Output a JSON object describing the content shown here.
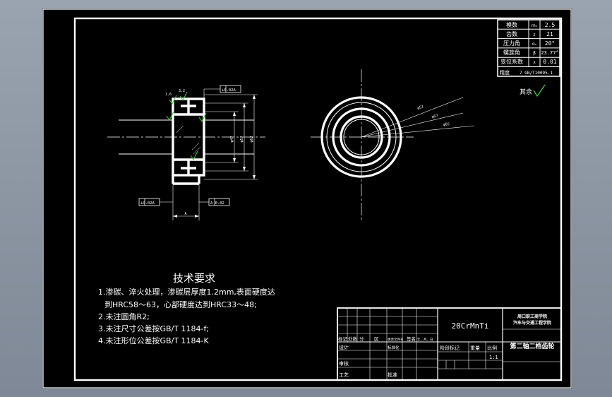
{
  "params": [
    {
      "name": "模数",
      "symbol": "mₙ",
      "value": "2.5"
    },
    {
      "name": "齿数",
      "symbol": "z",
      "value": "21"
    },
    {
      "name": "压力角",
      "symbol": "αₙ",
      "value": "20°"
    },
    {
      "name": "螺旋角",
      "symbol": "β",
      "value": "23.77°"
    },
    {
      "name": "变位系数",
      "symbol": "x",
      "value": "0.01"
    },
    {
      "name": "精度",
      "symbol": "",
      "value": "7 GB/T10095.1"
    }
  ],
  "rest_label": "其余",
  "tech": {
    "title": "技术要求",
    "items": [
      "1.渗碳、淬火处理，渗碳层厚度1.2mm,表面硬度达",
      "到HRC58～63，心部硬度达到HRC33～48;",
      "2.未注圆角R2;",
      "3.未注尺寸公差按GB/T 1184-f;",
      "4.未注形位公差按GB/T 1184-K"
    ]
  },
  "title_block": {
    "material": "20CrMnTi",
    "school_1": "周口职工商学院",
    "school_2": "汽车与交通工程学院",
    "drawing_name": "第二轴二档齿轮",
    "scale": "1:1",
    "header_row": [
      "标记",
      "处数",
      "分",
      "区",
      "更改文件号",
      "签名",
      "年、月、日"
    ],
    "design": "设计",
    "standard": "标准化",
    "review": "审核",
    "process": "工艺",
    "approve": "批准",
    "stage": "阶段标记",
    "weight": "重量",
    "ratio": "比例"
  },
  "dimensions": {
    "fcf_top": "⊥0.02A",
    "fcf_left": "⊥0.02A",
    "fcf_right": "A 0.02",
    "datum": "A",
    "surface_1": "1.6",
    "surface_2": "3.2",
    "dia_1": "φ47",
    "dia_2": "φ57",
    "dia_3": "φ62",
    "front_1": "φ52",
    "front_2": "φ57",
    "front_3": "φ65"
  }
}
